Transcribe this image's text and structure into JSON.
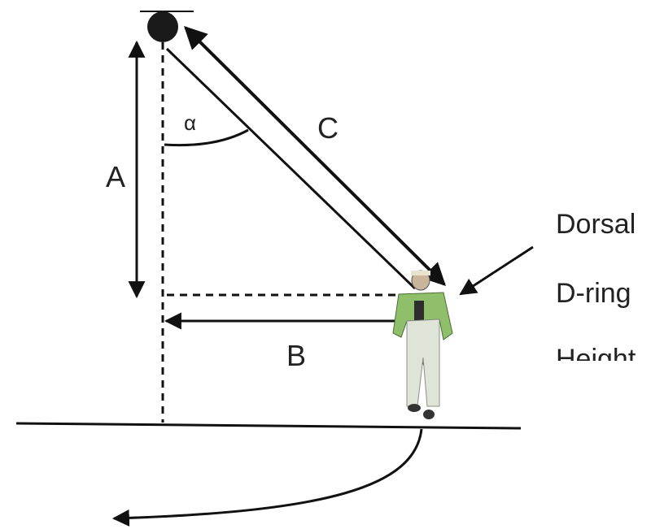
{
  "labels": {
    "a": "A",
    "b": "B",
    "c": "C",
    "alpha": "α",
    "dorsal": "Dorsal",
    "d_ring": "D-ring",
    "height": "Height"
  },
  "colors": {
    "line": "#111111",
    "label": "#222222",
    "background": "#ffffff",
    "jacket": "#8fbf6a",
    "trousers": "#dfe4d8"
  }
}
